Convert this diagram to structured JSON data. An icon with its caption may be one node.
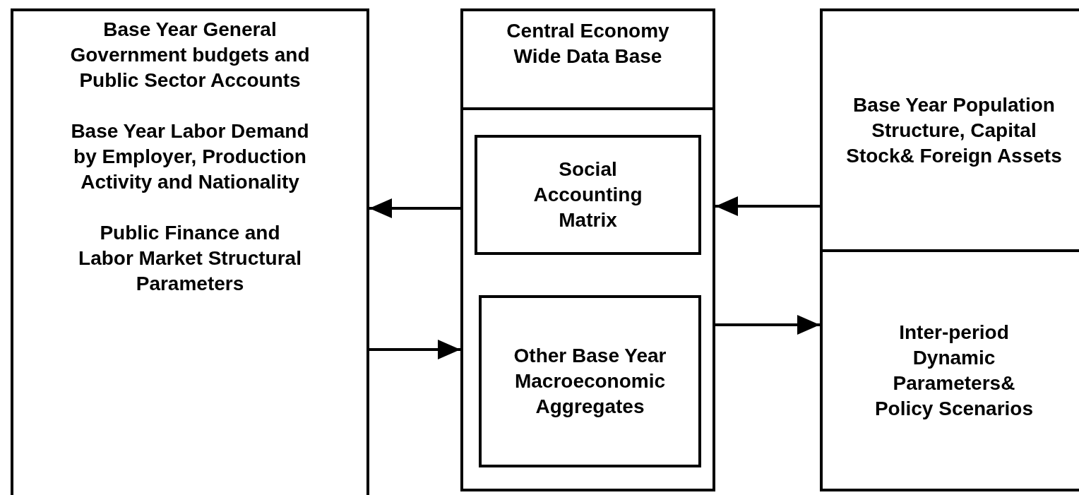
{
  "diagram": {
    "nodes": [
      {
        "text": [
          "Base Year General Government budgets and Public Sector Accounts",
          "Base Year Labor Demand by Employer, Production Activity and Nationality",
          "Public Finance and Labor Market Structural Parameters"
        ]
      },
      {
        "text": [
          "Central Economy Wide Data Base"
        ]
      },
      {
        "text": [
          "Social Accounting Matrix"
        ],
        "in": 1
      },
      {
        "text": [
          "Other Base Year Macroeconomic Aggregates"
        ],
        "in": 1
      },
      {
        "text": [
          "Base Year Population Structure, Capital Stock& Foreign Assets"
        ]
      },
      {
        "text": [
          "Inter-period Dynamic Parameters& Policy Scenarios"
        ]
      }
    ],
    "edges": [
      {
        "from": 1,
        "to": 0,
        "arrow": "to"
      },
      {
        "from": 0,
        "to": 1,
        "arrow": "to"
      },
      {
        "from": 4,
        "to": 1,
        "arrow": "to"
      },
      {
        "from": 1,
        "to": 5,
        "arrow": "to"
      }
    ]
  }
}
